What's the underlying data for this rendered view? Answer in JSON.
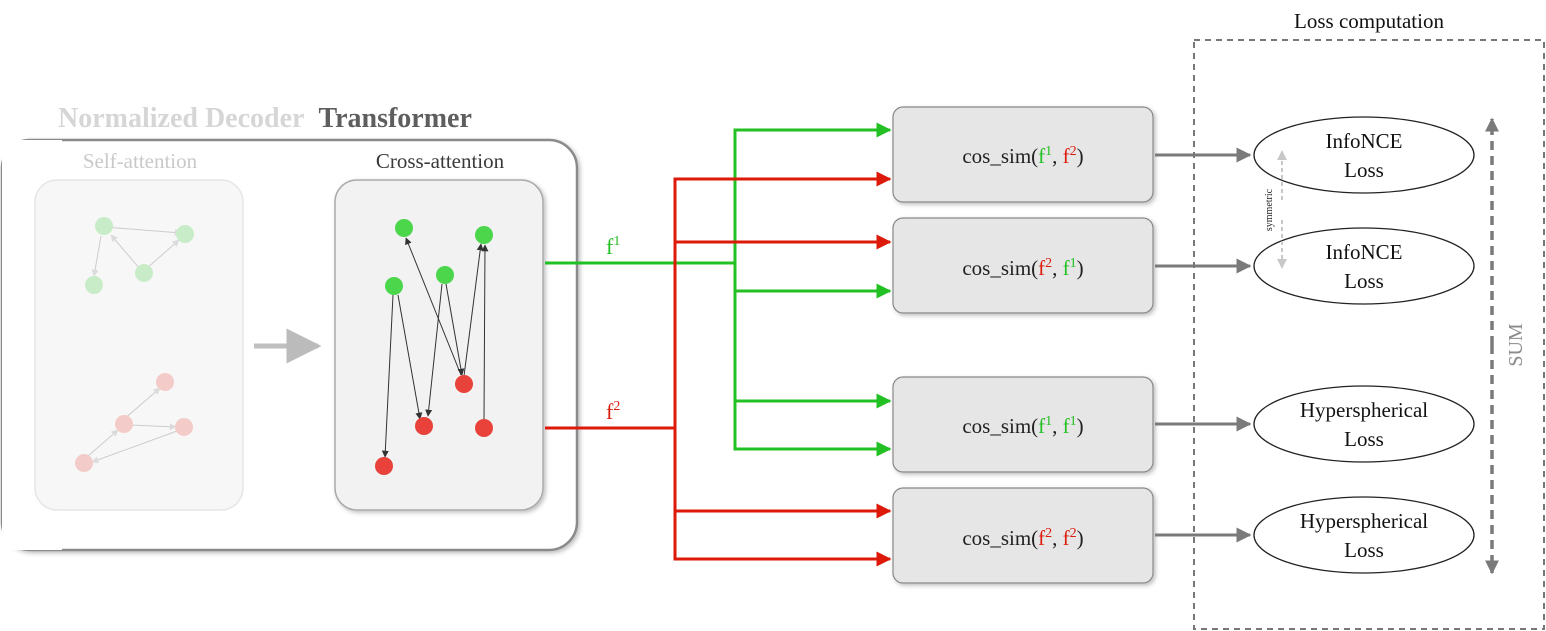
{
  "transformer": {
    "title_part1": "Normalized Decoder",
    "title_part2": "Transformer",
    "self_attention_label": "Self-attention",
    "cross_attention_label": "Cross-attention"
  },
  "features": {
    "f1": {
      "base": "f",
      "sup": "1"
    },
    "f2": {
      "base": "f",
      "sup": "2"
    }
  },
  "similarities": [
    {
      "prefix": "cos_sim(",
      "a": "f",
      "a_sup": "1",
      "sep": ", ",
      "b": "f",
      "b_sup": "2",
      "suffix": ")"
    },
    {
      "prefix": "cos_sim(",
      "a": "f",
      "a_sup": "2",
      "sep": ", ",
      "b": "f",
      "b_sup": "1",
      "suffix": ")"
    },
    {
      "prefix": "cos_sim(",
      "a": "f",
      "a_sup": "1",
      "sep": ", ",
      "b": "f",
      "b_sup": "1",
      "suffix": ")"
    },
    {
      "prefix": "cos_sim(",
      "a": "f",
      "a_sup": "2",
      "sep": ", ",
      "b": "f",
      "b_sup": "2",
      "suffix": ")"
    }
  ],
  "losses": [
    {
      "line1": "InfoNCE",
      "line2": "Loss"
    },
    {
      "line1": "InfoNCE",
      "line2": "Loss"
    },
    {
      "line1": "Hyperspherical",
      "line2": "Loss"
    },
    {
      "line1": "Hyperspherical",
      "line2": "Loss"
    }
  ],
  "loss_computation": {
    "title": "Loss computation",
    "symmetric_label": "symmetric",
    "sum_label": "SUM"
  },
  "colors": {
    "green": "#22c022",
    "red": "#dd1a0a",
    "gray_arrow": "#7a7a7a",
    "box_fill": "#e6e6e6",
    "node_green": "#4cd64c",
    "node_red": "#e8423a"
  }
}
